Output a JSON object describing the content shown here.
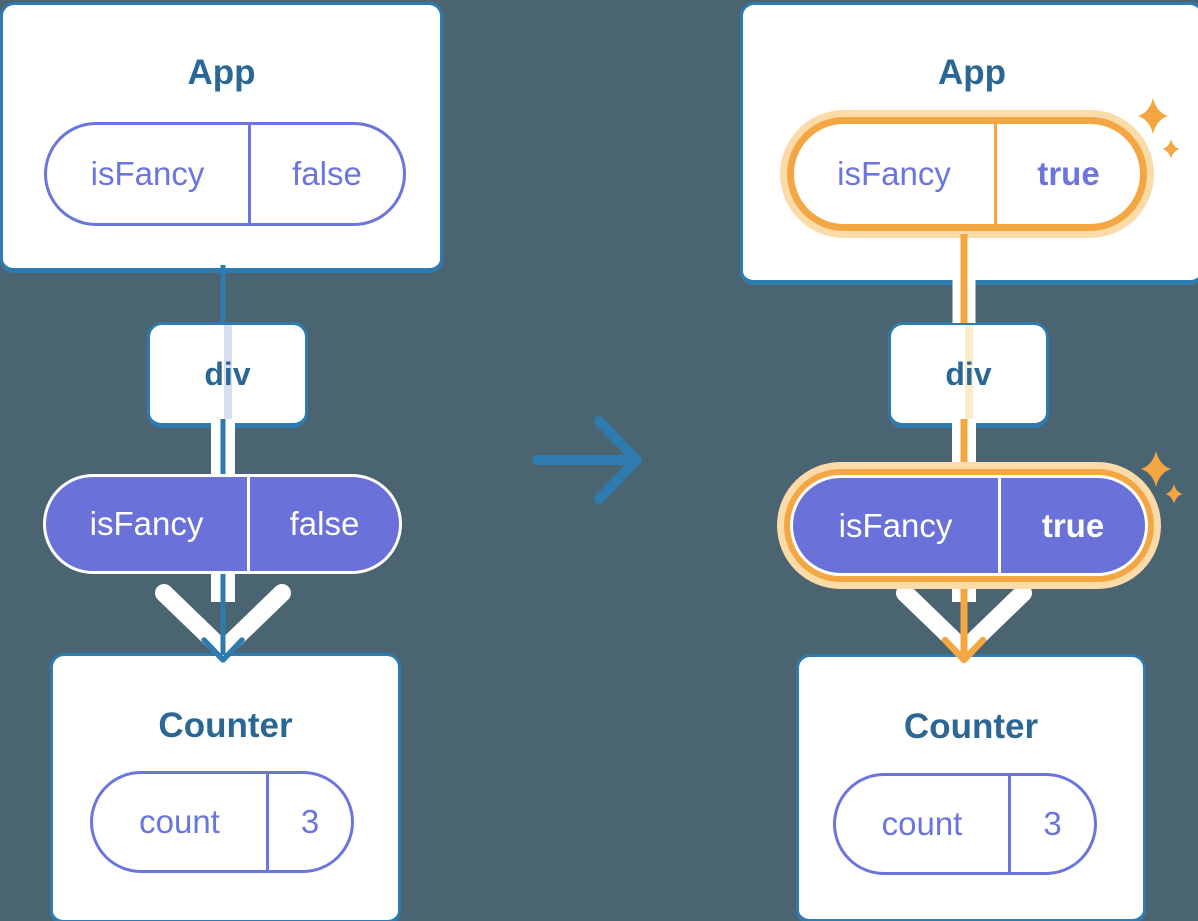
{
  "palette": {
    "canvas_background": "#4B6471",
    "card_background": "#FFFFFF",
    "card_border": "#2E7BAF",
    "title_text": "#2B6795",
    "state_outline": "#6A75DE",
    "state_fill": "#6A71D8",
    "state_text_on_fill": "#FFFFFF",
    "flow_blue": "#2E7BAF",
    "highlight_orange": "#F4A643",
    "highlight_glow": "#FBDBA8",
    "pale_blue_line": "#D9DEF1",
    "pale_orange_line": "#FCEBCD"
  },
  "icons": {
    "transition_arrow": "right-arrow-icon",
    "prop_flow_arrow": "chevron-down-arrow-icon",
    "highlight_sparkles": "sparkle-icon"
  },
  "left_tree": {
    "root_card": {
      "title": "App",
      "pill": {
        "name": "isFancy",
        "value": "false"
      }
    },
    "child_card": {
      "title": "div"
    },
    "prop_pill": {
      "name": "isFancy",
      "value": "false"
    },
    "leaf_card": {
      "title": "Counter",
      "pill": {
        "name": "count",
        "value": "3"
      }
    }
  },
  "right_tree": {
    "root_card": {
      "title": "App",
      "pill": {
        "name": "isFancy",
        "value": "true"
      }
    },
    "child_card": {
      "title": "div"
    },
    "prop_pill": {
      "name": "isFancy",
      "value": "true"
    },
    "leaf_card": {
      "title": "Counter",
      "pill": {
        "name": "count",
        "value": "3"
      }
    }
  }
}
